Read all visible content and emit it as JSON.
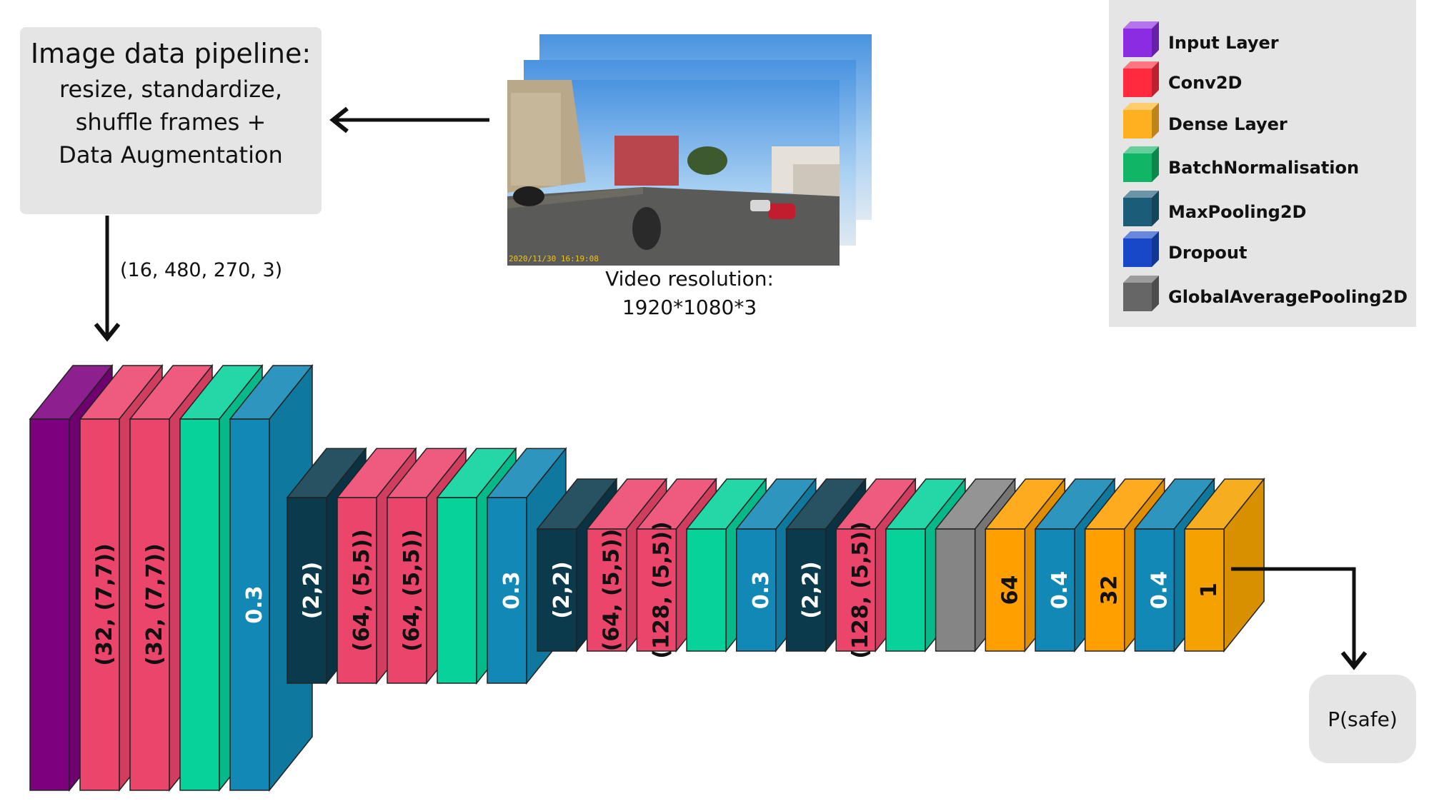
{
  "pipeline": {
    "title": "Image data pipeline:",
    "line1": "resize, standardize,",
    "line2": "shuffle frames +",
    "line3": "Data Augmentation"
  },
  "input_shape": "(16, 480, 270, 3)",
  "video": {
    "timestamp": "2020/11/30 16:19:08",
    "caption_line1": "Video resolution:",
    "caption_line2": "1920*1080*3"
  },
  "output_label": "P(safe)",
  "legend": [
    {
      "name": "Input Layer",
      "color": "#8b2be2"
    },
    {
      "name": "Conv2D",
      "color": "#ff2a3d"
    },
    {
      "name": "Dense Layer",
      "color": "#ffb020"
    },
    {
      "name": "BatchNormalisation",
      "color": "#10b565"
    },
    {
      "name": "MaxPooling2D",
      "color": "#1b5c78"
    },
    {
      "name": "Dropout",
      "color": "#1848c8"
    },
    {
      "name": "GlobalAveragePooling2D",
      "color": "#666666"
    }
  ],
  "layer_colors": {
    "input": "#7d007f",
    "conv": "#ec456c",
    "bn": "#06d29a",
    "dropout": "#1188b5",
    "maxpool": "#0a3a4b",
    "gap": "#858585",
    "dense": "#ffa000",
    "dense_out": "#f5a200"
  },
  "network": [
    {
      "type": "input",
      "label": ""
    },
    {
      "type": "conv",
      "label": "(32, (7,7))"
    },
    {
      "type": "conv",
      "label": "(32, (7,7))"
    },
    {
      "type": "bn",
      "label": ""
    },
    {
      "type": "dropout",
      "label": "0.3"
    },
    {
      "type": "maxpool",
      "label": "(2,2)"
    },
    {
      "type": "conv",
      "label": "(64, (5,5))"
    },
    {
      "type": "conv",
      "label": "(64, (5,5))"
    },
    {
      "type": "bn",
      "label": ""
    },
    {
      "type": "dropout",
      "label": "0.3"
    },
    {
      "type": "maxpool",
      "label": "(2,2)"
    },
    {
      "type": "conv",
      "label": "(64, (5,5))"
    },
    {
      "type": "conv",
      "label": "(128, (5,5))"
    },
    {
      "type": "bn",
      "label": ""
    },
    {
      "type": "dropout",
      "label": "0.3"
    },
    {
      "type": "maxpool",
      "label": "(2,2)"
    },
    {
      "type": "conv",
      "label": "(128, (5,5))"
    },
    {
      "type": "bn",
      "label": ""
    },
    {
      "type": "gap",
      "label": ""
    },
    {
      "type": "dense",
      "label": "64"
    },
    {
      "type": "dropout",
      "label": "0.4"
    },
    {
      "type": "dense",
      "label": "32"
    },
    {
      "type": "dropout",
      "label": "0.4"
    },
    {
      "type": "dense_out",
      "label": "1"
    }
  ]
}
